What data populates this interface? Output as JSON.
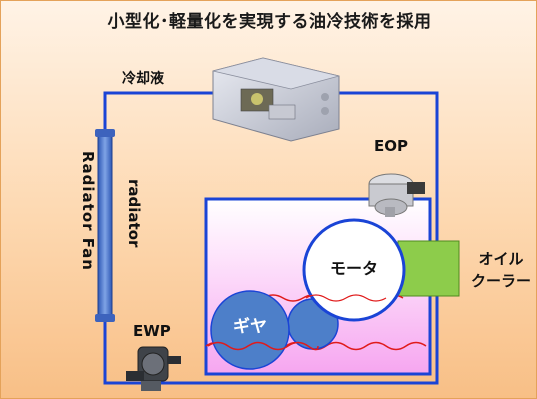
{
  "title": "小型化･軽量化を実現する油冷技術を採用",
  "labels": {
    "coolant": "冷却液",
    "eop": "EOP",
    "ewp": "EWP",
    "radiator_fan": "Radiator  Fan",
    "radiator": "radiator",
    "oil_cooler_line1": "オイル",
    "oil_cooler_line2": "クーラー",
    "motor": "モータ",
    "gear": "ギヤ"
  },
  "colors": {
    "coolant_loop": "#1a44d6",
    "oil_cooler": "#8dcc4b",
    "gear": "#4d7fc9",
    "oil_wave": "#e01b1b",
    "oil_fill": "#f7a8f2"
  },
  "icons": [
    "inverter-unit-icon",
    "oil-pump-icon",
    "water-pump-icon",
    "radiator-core-icon"
  ]
}
